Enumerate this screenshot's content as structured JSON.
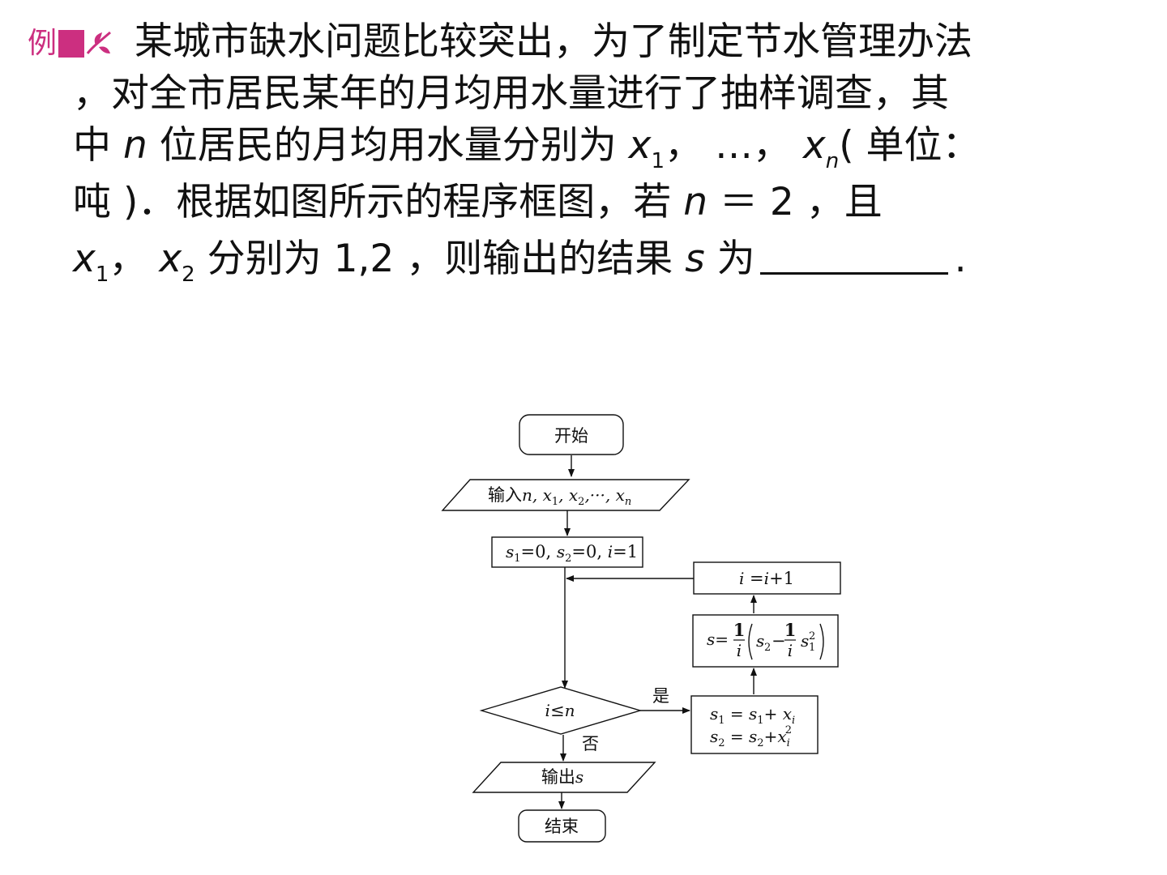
{
  "badge": {
    "label": "例",
    "accent": "#cc2f80"
  },
  "problem": {
    "line1": "某城市缺水问题比较突出，为了制定节水管理办法",
    "line2": "，对全市居民某年的月均用水量进行了抽样调查，其",
    "line3": {
      "a": "中 ",
      "n": "n",
      "b": " 位居民的月均用水量分别为 ",
      "x": "x",
      "sub1": "1",
      "c": "， …，  ",
      "xn": "x",
      "subn": "n",
      "d": "( 单位："
    },
    "line4": {
      "a": "吨 )．根据如图所示的程序框图，若 ",
      "n": "n",
      "b": " ＝ 2 ，且"
    },
    "line5": {
      "x1": "x",
      "sub1": "1",
      "a": "，  ",
      "x2": "x",
      "sub2": "2",
      "b": " 分别为 1,2 ，则输出的结果 ",
      "s": "s",
      "c": " 为",
      "end": "."
    }
  },
  "flowchart": {
    "start": "开始",
    "input": {
      "prefix": "输入",
      "vars": "n, x",
      "s1": "1",
      "mid": ", x",
      "s2": "2",
      "tail": ",···, x",
      "sn": "n"
    },
    "init": {
      "a": "s",
      "a_sub": "1",
      "b": "=0, ",
      "c": "s",
      "c_sub": "2",
      "d": "=0, ",
      "e": "i",
      "f": "=1"
    },
    "condition": {
      "i": "i",
      "op": "≤",
      "n": "n"
    },
    "yes_label": "是",
    "no_label": "否",
    "update": {
      "l1a": "s",
      "l1a_sub": "1",
      "l1b": " =  s",
      "l1b_sub": "1",
      "l1c": "+ x",
      "l1c_sub": "i",
      "l2a": "s",
      "l2a_sub": "2",
      "l2b": " =  s",
      "l2b_sub": "2",
      "l2c": "+x",
      "l2c_sub": "i",
      "l2c_sup": "2"
    },
    "formula": {
      "lhs": "s=",
      "num": "1",
      "den": "i",
      "s2": "s",
      "s2_sub": "2",
      "minus": "−",
      "num2": "1",
      "den2": "i",
      "s1": "s",
      "s1_sub": "1",
      "s1_sup": "2"
    },
    "increment": {
      "a": "i",
      "b": " =",
      "c": "i",
      "d": "+1"
    },
    "output": {
      "prefix": "输出",
      "var": "s"
    },
    "end": "结束"
  }
}
